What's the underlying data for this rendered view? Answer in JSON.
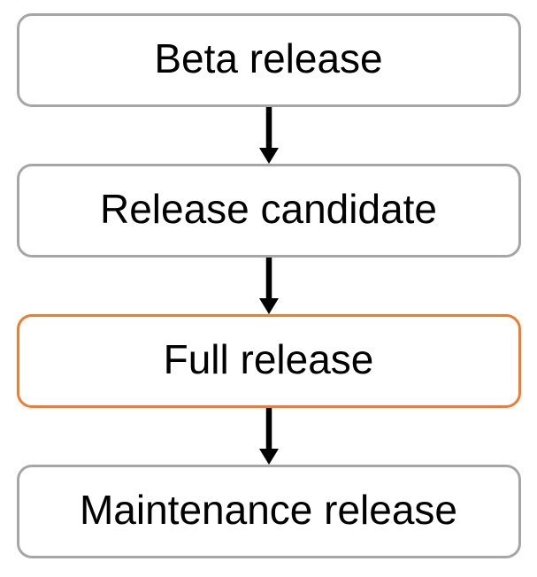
{
  "diagram": {
    "type": "flowchart",
    "orientation": "vertical",
    "nodes": [
      {
        "id": "beta-release",
        "label": "Beta release",
        "highlighted": false
      },
      {
        "id": "release-candidate",
        "label": "Release candidate",
        "highlighted": false
      },
      {
        "id": "full-release",
        "label": "Full release",
        "highlighted": true
      },
      {
        "id": "maintenance-release",
        "label": "Maintenance release",
        "highlighted": false
      }
    ],
    "edges": [
      {
        "from": "beta-release",
        "to": "release-candidate"
      },
      {
        "from": "release-candidate",
        "to": "full-release"
      },
      {
        "from": "full-release",
        "to": "maintenance-release"
      }
    ],
    "colors": {
      "node_border": "#A6A6A6",
      "highlight_border": "#ED7D31",
      "node_fill": "#FFFFFF",
      "arrow": "#000000",
      "text": "#000000",
      "background": "#FFFFFF"
    }
  }
}
